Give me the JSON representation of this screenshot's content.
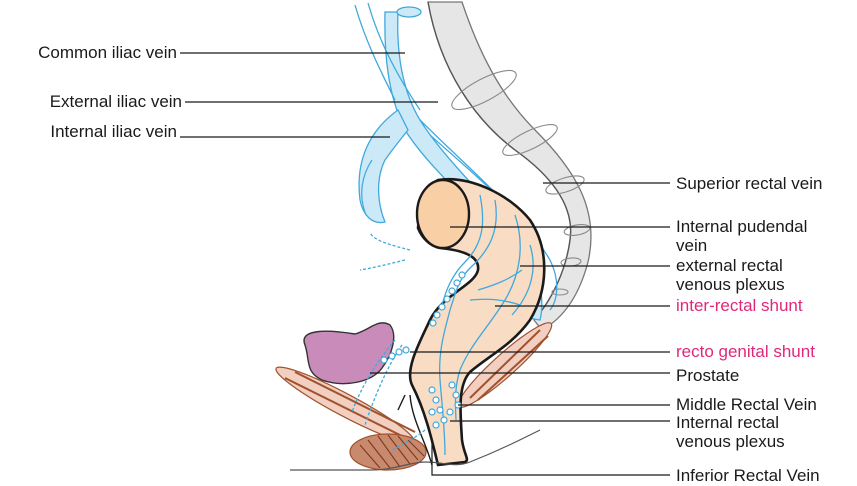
{
  "colors": {
    "vein": "#3fa9dc",
    "vein_fill": "#cbe9f7",
    "rectum_fill": "#f8dcc4",
    "rectum_end": "#f9cfa6",
    "sacrum_fill": "#e6e6e6",
    "prostate": "#c98bb9",
    "muscle": "#a0522d",
    "muscle_light": "#f2cfc0",
    "highlight_text": "#e0287a",
    "text": "#1a1a1a"
  },
  "labels_left": [
    {
      "id": "common-iliac",
      "text": "Common iliac vein"
    },
    {
      "id": "external-iliac",
      "text": "External iliac vein"
    },
    {
      "id": "internal-iliac",
      "text": "Internal iliac vein"
    }
  ],
  "labels_right": [
    {
      "id": "superior-rectal",
      "line1": "Superior rectal vein",
      "line2": "",
      "highlight": false
    },
    {
      "id": "internal-pudendal",
      "line1": "Internal pudendal",
      "line2": "vein",
      "highlight": false
    },
    {
      "id": "external-rectal-plexus",
      "line1": "external rectal",
      "line2": "venous plexus",
      "highlight": false
    },
    {
      "id": "inter-rectal-shunt",
      "line1": "inter-rectal shunt",
      "line2": "",
      "highlight": true
    },
    {
      "id": "recto-genital-shunt",
      "line1": "recto genital shunt",
      "line2": "",
      "highlight": true
    },
    {
      "id": "prostate",
      "line1": "Prostate",
      "line2": "",
      "highlight": false
    },
    {
      "id": "middle-rectal",
      "line1": "Middle Rectal Vein",
      "line2": "",
      "highlight": false
    },
    {
      "id": "internal-rectal-plexus",
      "line1": "Internal rectal",
      "line2": "venous plexus",
      "highlight": false
    },
    {
      "id": "inferior-rectal",
      "line1": "Inferior Rectal Vein",
      "line2": "",
      "highlight": false
    }
  ]
}
